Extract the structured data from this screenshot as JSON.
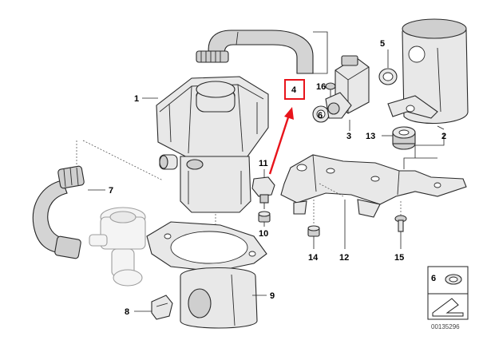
{
  "diagram": {
    "callouts": {
      "c1": "1",
      "c2": "2",
      "c3": "3",
      "c4": "4",
      "c5": "5",
      "c6": "6",
      "c7": "7",
      "c8": "8",
      "c9": "9",
      "c10": "10",
      "c11": "11",
      "c12": "12",
      "c13": "13",
      "c14": "14",
      "c15": "15",
      "c16": "16"
    },
    "legend_box": {
      "number": "6"
    },
    "reference_number": "00135296",
    "colors": {
      "highlight": "#e8141b",
      "ink": "#222222",
      "part_fill": "#e8e8e8"
    }
  }
}
